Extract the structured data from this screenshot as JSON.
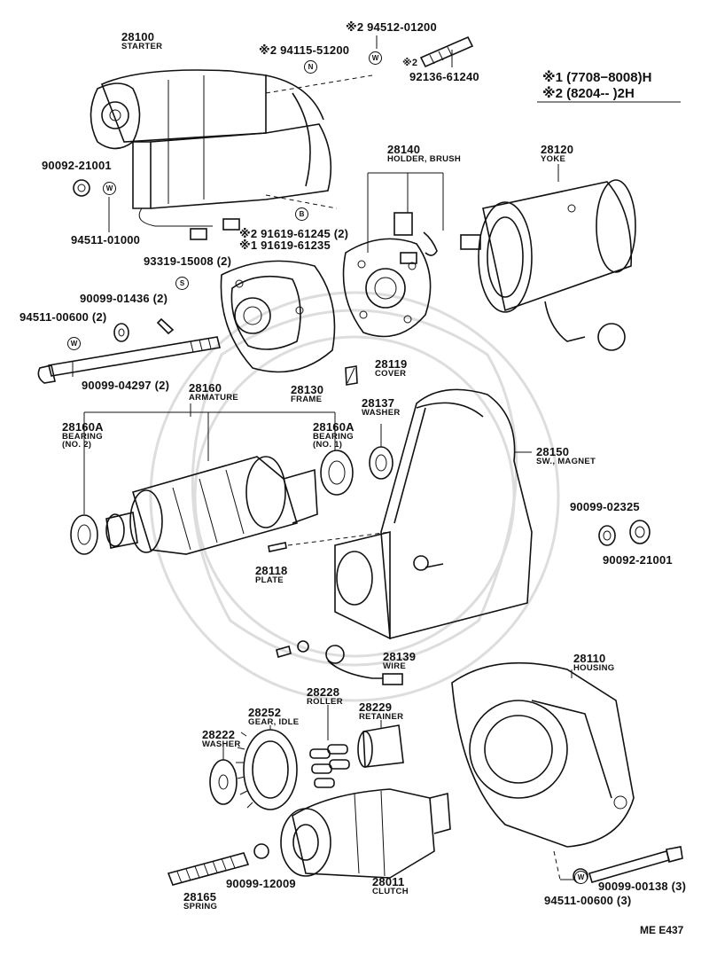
{
  "legend": {
    "note1": "※1 (7708−8008)H",
    "note2": "※2 (8204‐‐          )2H"
  },
  "markers": {
    "W": "W",
    "N": "N",
    "B": "B",
    "S": "S"
  },
  "parts": {
    "starter": {
      "number": "28100",
      "name": "STARTER"
    },
    "p94512": {
      "number": "※2 94512-01200"
    },
    "p94115": {
      "number": "※2 94115-51200"
    },
    "p92136": {
      "number": "92136-61240",
      "mark": "※2"
    },
    "p90092a": {
      "number": "90092-21001"
    },
    "p94511a": {
      "number": "94511-01000"
    },
    "p91619b": {
      "number": "※2 91619-61245 (2)"
    },
    "p91619a": {
      "number": "※1 91619-61235"
    },
    "p93319": {
      "number": "93319-15008 (2)"
    },
    "p90099_01436": {
      "number": "90099-01436 (2)"
    },
    "p94511b": {
      "number": "94511-00600 (2)"
    },
    "p90099_04297": {
      "number": "90099-04297 (2)"
    },
    "holder": {
      "number": "28140",
      "name": "HOLDER, BRUSH"
    },
    "yoke": {
      "number": "28120",
      "name": "YOKE"
    },
    "cover": {
      "number": "28119",
      "name": "COVER"
    },
    "frame": {
      "number": "28130",
      "name": "FRAME"
    },
    "armature": {
      "number": "28160",
      "name": "ARMATURE"
    },
    "bearing2": {
      "number": "28160A",
      "name": "BEARING",
      "sub": "(NO. 2)"
    },
    "bearing1": {
      "number": "28160A",
      "name": "BEARING",
      "sub": "(NO. 1)"
    },
    "washer": {
      "number": "28137",
      "name": "WASHER"
    },
    "magnet": {
      "number": "28150",
      "name": "SW., MAGNET"
    },
    "p90099_02325": {
      "number": "90099-02325"
    },
    "p90092b": {
      "number": "90092-21001"
    },
    "plate": {
      "number": "28118",
      "name": "PLATE"
    },
    "wire": {
      "number": "28139",
      "name": "WIRE"
    },
    "housing": {
      "number": "28110",
      "name": "HOUSING"
    },
    "roller": {
      "number": "28228",
      "name": "ROLLER"
    },
    "retainer": {
      "number": "28229",
      "name": "RETAINER"
    },
    "idle_gear": {
      "number": "28252",
      "name": "GEAR, IDLE"
    },
    "washer2": {
      "number": "28222",
      "name": "WASHER"
    },
    "spring": {
      "number": "28165",
      "name": "SPRING"
    },
    "ball": {
      "number": "90099-12009"
    },
    "clutch": {
      "number": "28011",
      "name": "CLUTCH"
    },
    "p90099_00138": {
      "number": "90099-00138 (3)"
    },
    "p94511c": {
      "number": "94511-00600 (3)"
    }
  },
  "diagram_ref": "ME E437"
}
